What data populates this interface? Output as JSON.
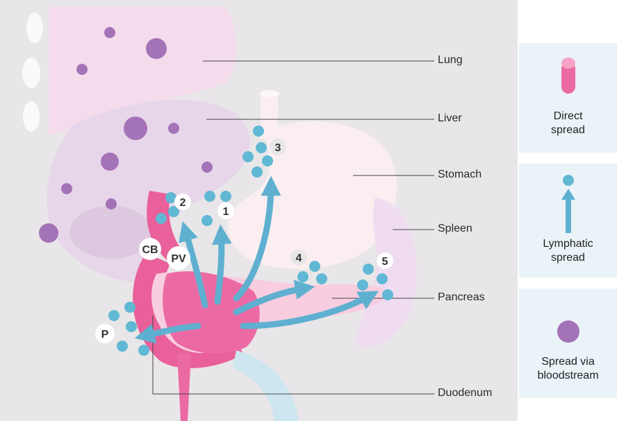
{
  "labels": {
    "organs": [
      "Lung",
      "Liver",
      "Stomach",
      "Spleen",
      "Pancreas",
      "Duodenum"
    ],
    "sites": [
      "1",
      "2",
      "3",
      "4",
      "5",
      "P",
      "CB",
      "PV"
    ]
  },
  "legend": {
    "direct": {
      "line1": "Direct",
      "line2": "spread"
    },
    "lymphatic": {
      "line1": "Lymphatic",
      "line2": "spread"
    },
    "blood": {
      "line1": "Spread via",
      "line2": "bloodstream"
    }
  },
  "colors": {
    "background": "#e8e6e8",
    "lung": "#f4dcec",
    "liver": "#e7d6ea",
    "stomach": "#fbeef0",
    "spleen": "#efdcf0",
    "pancreas": "#f8cde0",
    "duodenum": "#e9609a",
    "direct_spread": "#ec6aa3",
    "lymph_node": "#61b8d4",
    "lymph_arrow": "#5fb0d0",
    "blood_metastasis": "#a472b7",
    "legend_panel": "#eaf3f8"
  }
}
